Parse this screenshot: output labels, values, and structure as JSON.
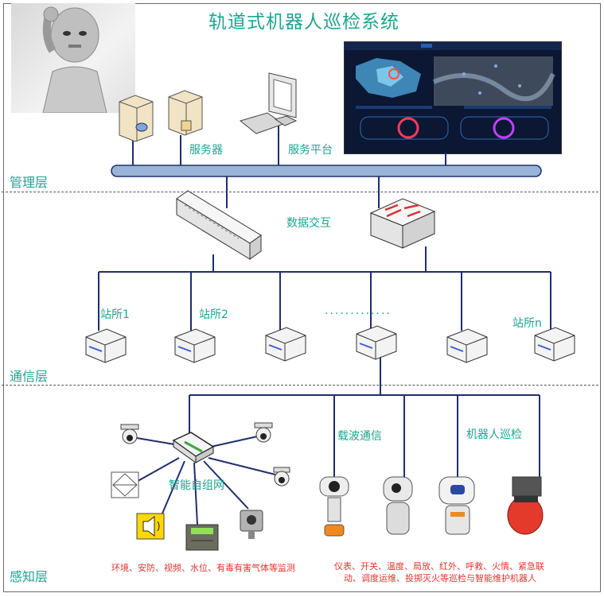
{
  "title": "轨道式机器人巡检系统",
  "layers": {
    "management": "管理层",
    "communication": "通信层",
    "perception": "感知层"
  },
  "labels": {
    "server": "服务器",
    "platform": "服务平台",
    "data_exchange": "数据交互",
    "station_1": "站所1",
    "station_2": "站所2",
    "station_n": "站所n",
    "ellipsis": ".............",
    "smart_mesh": "智能自组网",
    "carrier": "载波通信",
    "robot_patrol": "机器人巡检"
  },
  "footer": {
    "left": "环境、安防、视频、水位、有毒有害气体等监测",
    "right_line1": "仪表、开关、温度、局放、红外、呼救、火情、紧急联",
    "right_line2": "动、调度运维、投掷灭火等巡检与智能维护机器人"
  },
  "colors": {
    "accent": "#1fa391",
    "wire": "#1f2e6e",
    "bus": "#9ab4d8",
    "alert": "#e0342c"
  }
}
